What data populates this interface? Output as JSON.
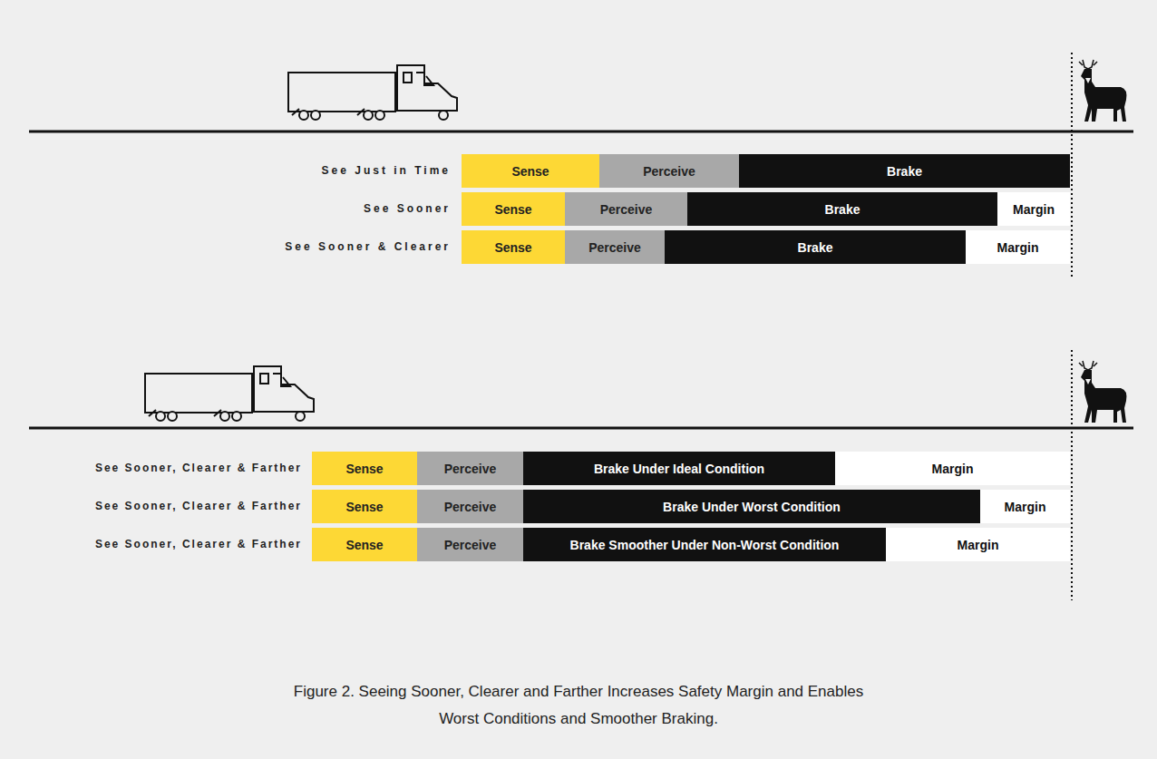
{
  "diagram": {
    "caption": "Figure 2. Seeing Sooner, Clearer and Farther Increases Safety Margin and Enables Worst Conditions and Smoother Braking.",
    "nodes": [
      {
        "text": [
          "Sense"
        ]
      },
      {
        "text": [
          "Perceive"
        ]
      },
      {
        "text": [
          "Brake"
        ]
      },
      {
        "text": [
          "Sense"
        ]
      },
      {
        "text": [
          "Perceive"
        ]
      },
      {
        "text": [
          "Brake"
        ]
      },
      {
        "text": [
          "Margin"
        ]
      },
      {
        "text": [
          "Sense"
        ]
      },
      {
        "text": [
          "Perceive"
        ]
      },
      {
        "text": [
          "Brake"
        ]
      },
      {
        "text": [
          "Margin"
        ]
      },
      {
        "text": [
          "Sense"
        ]
      },
      {
        "text": [
          "Perceive"
        ]
      },
      {
        "text": [
          "Brake Under Ideal Condition"
        ]
      },
      {
        "text": [
          "Margin"
        ]
      },
      {
        "text": [
          "Sense"
        ]
      },
      {
        "text": [
          "Perceive"
        ]
      },
      {
        "text": [
          "Brake Under Worst Condition"
        ]
      },
      {
        "text": [
          "Margin"
        ]
      },
      {
        "text": [
          "Sense"
        ]
      },
      {
        "text": [
          "Perceive"
        ]
      },
      {
        "text": [
          "Brake Smoother Under Non-Worst Condition"
        ]
      },
      {
        "text": [
          "Margin"
        ]
      }
    ],
    "labels": [
      "See Just in Time",
      "See Sooner",
      "See Sooner & Clearer",
      "See Sooner, Clearer & Farther",
      "See Sooner, Clearer & Farther",
      "See Sooner, Clearer & Farther"
    ]
  }
}
